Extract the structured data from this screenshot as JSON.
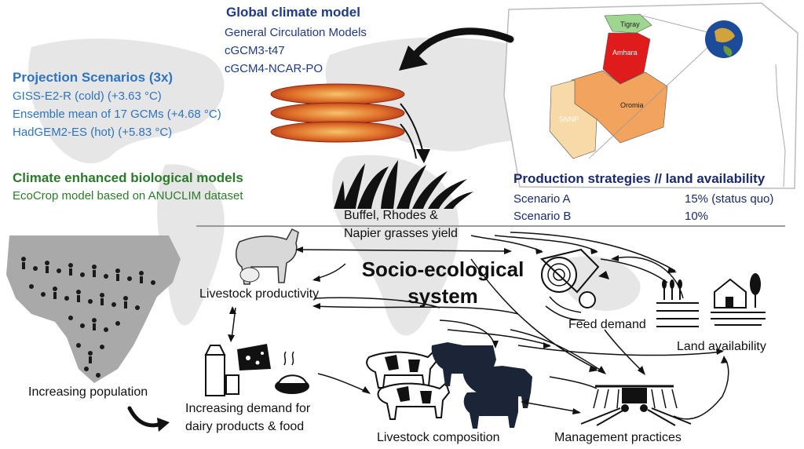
{
  "global_model": {
    "title": "Global climate model",
    "lines": [
      "General Circulation Models",
      "cGCM3-t47",
      "cGCM4-NCAR-PO"
    ]
  },
  "projection": {
    "title": "Projection Scenarios (3x)",
    "lines": [
      "GISS-E2-R (cold) (+3.63 °C)",
      "Ensemble mean of 17 GCMs (+4.68 °C)",
      "HadGEM2-ES (hot) (+5.83 °C)"
    ]
  },
  "bio_models": {
    "title": "Climate enhanced biological models",
    "subtitle": "EcoCrop model based on ANUCLIM dataset"
  },
  "production": {
    "title": "Production strategies // land  availability",
    "scenarios": [
      {
        "name": "Scenario A",
        "value": "15% (status quo)"
      },
      {
        "name": "Scenario B",
        "value": "10%"
      }
    ]
  },
  "map_regions": [
    "Tigray",
    "Amhara",
    "Oromia",
    "SNNP"
  ],
  "grasses": {
    "line1": "Buffel, Rhodes &",
    "line2": "Napier grasses yield"
  },
  "system_title": {
    "line1": "Socio-ecological",
    "line2": "system"
  },
  "nodes": {
    "livestock_productivity": "Livestock productivity",
    "feed_demand": "Feed demand",
    "land_availability": "Land availability",
    "increasing_population": "Increasing population",
    "demand_line1": "Increasing demand for",
    "demand_line2": "dairy products & food",
    "livestock_composition": "Livestock composition",
    "management_practices": "Management practices"
  },
  "colors": {
    "navy": "#1f3b82",
    "blue": "#2e74c0",
    "green": "#2c7a2c",
    "amhara": "#e01b1b",
    "tigray": "#9fd68f",
    "oromia": "#f2a35e",
    "snnp": "#f8d9a8"
  }
}
